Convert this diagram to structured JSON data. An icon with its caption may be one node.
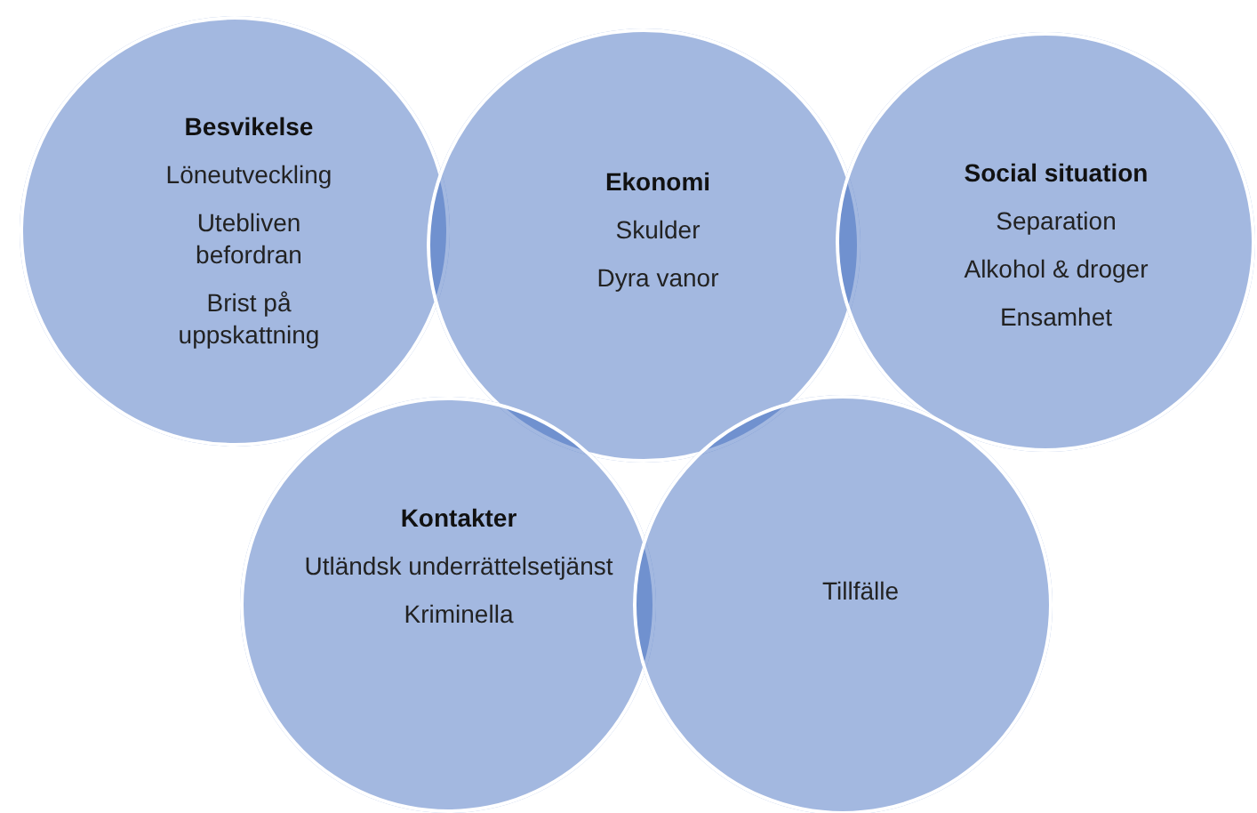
{
  "diagram": {
    "nodes": [
      {
        "text": [
          "Besvikelse",
          "Löneutveckling",
          "Utebliven befordran",
          "Brist på uppskattning"
        ]
      },
      {
        "text": [
          "Ekonomi",
          "Skulder",
          "Dyra vanor"
        ]
      },
      {
        "text": [
          "Social situation",
          "Separation",
          "Alkohol & droger",
          "Ensamhet"
        ]
      },
      {
        "text": [
          "Kontakter",
          "Utländsk underrättelsetjänst",
          "Kriminella"
        ]
      },
      {
        "text": [
          "Tillfälle"
        ]
      }
    ]
  }
}
